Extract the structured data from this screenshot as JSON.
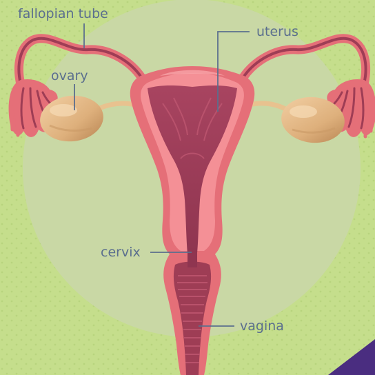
{
  "labels": {
    "fallopian_tube": "fallopian tube",
    "ovary": "ovary",
    "uterus": "uterus",
    "cervix": "cervix",
    "vagina": "vagina"
  },
  "colors": {
    "background": "#c5de8c",
    "circle": "#c9d8a5",
    "dots": "#b5d27b",
    "organ_outer": "#e56f78",
    "organ_mid": "#f49096",
    "organ_inner": "#9e3d55",
    "ovary": "#e3b98a",
    "label": "#5b6f8e",
    "corner": "#4a2d80"
  }
}
